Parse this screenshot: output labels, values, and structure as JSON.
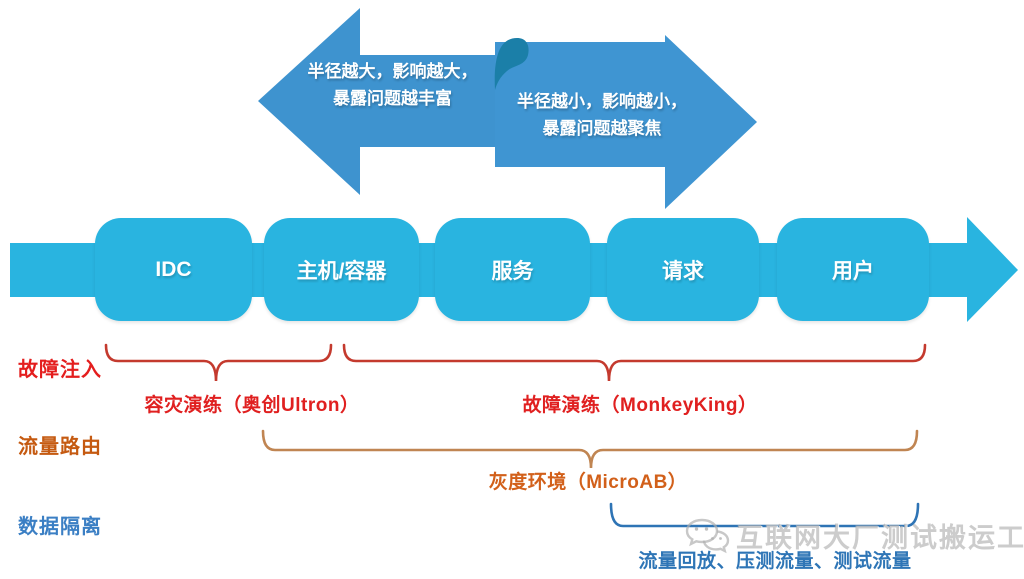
{
  "top_arrows": {
    "left": {
      "line1": "半径越大，影响越大，",
      "line2": "暴露问题越丰富"
    },
    "right": {
      "line1": "半径越小，影响越小，",
      "line2": "暴露问题越聚焦"
    }
  },
  "pipeline": {
    "stages": [
      "IDC",
      "主机/容器",
      "服务",
      "请求",
      "用户"
    ]
  },
  "rows": [
    {
      "label": "故障注入",
      "braces": [
        {
          "text": "容灾演练（奥创Ultron）"
        },
        {
          "text": "故障演练（MonkeyKing）"
        }
      ]
    },
    {
      "label": "流量路由",
      "braces": [
        {
          "text": "灰度环境（MicroAB）"
        }
      ]
    },
    {
      "label": "数据隔离",
      "braces": [
        {
          "text": "流量回放、压测流量、测试流量"
        }
      ]
    }
  ],
  "watermark": {
    "icon": "wechat-icon",
    "text": "互联网大厂测试搬运工"
  },
  "colors": {
    "stage_fill": "#29b4e0",
    "flow_band": "#29b4e0",
    "top_arrow_left": "#3e93cf",
    "top_arrow_right": "#3f95d2",
    "fold_curl": "#1b7fa8",
    "fault_label_red": "#e41e1e",
    "brace_red": "#c43a2e",
    "annotation_red": "#e02020",
    "route_label_orange": "#c55a11",
    "brace_orange": "#c08552",
    "annotation_orange": "#d2601a",
    "isolation_label_blue": "#3b7fc4",
    "bracket_blue": "#2e74b5",
    "annotation_blue": "#2e75b6",
    "watermark_gray": "#b0b0b0"
  }
}
